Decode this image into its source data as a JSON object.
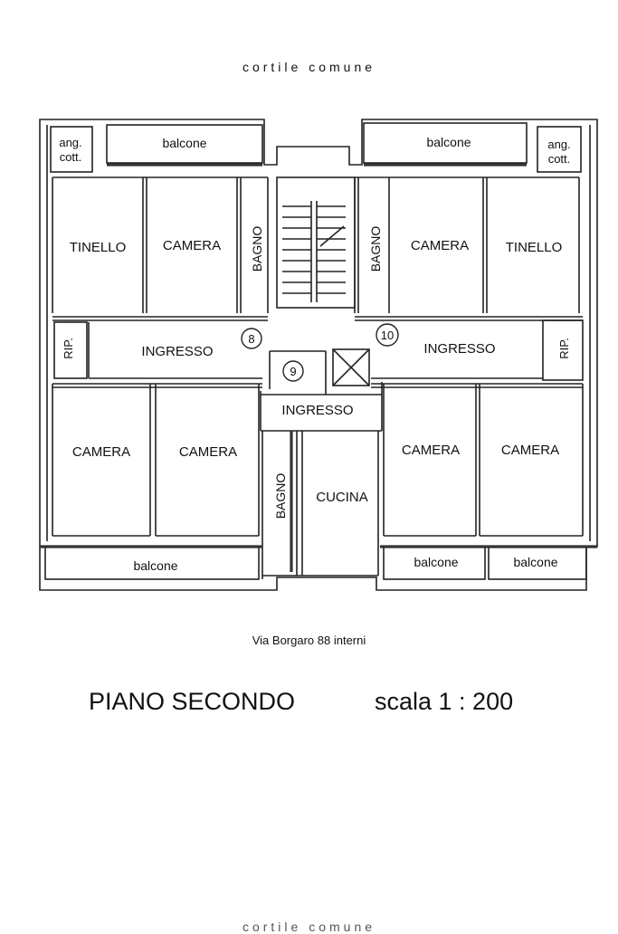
{
  "header": {
    "label": "cortile comune"
  },
  "rooms": {
    "left_ang_cott": [
      "ang.",
      "cott."
    ],
    "right_ang_cott": [
      "ang.",
      "cott."
    ],
    "left_top_balcone": "balcone",
    "right_top_balcone": "balcone",
    "left_tinello": "TINELLO",
    "left_top_camera": "CAMERA",
    "left_bagno": "BAGNO",
    "right_bagno": "BAGNO",
    "right_top_camera": "CAMERA",
    "right_tinello": "TINELLO",
    "left_rip": "RIP.",
    "right_rip": "RIP.",
    "left_ingresso": "INGRESSO",
    "right_ingresso": "INGRESSO",
    "center_ingresso": "INGRESSO",
    "left_camera_a": "CAMERA",
    "left_camera_b": "CAMERA",
    "center_bagno": "BAGNO",
    "cucina": "CUCINA",
    "right_camera_a": "CAMERA",
    "right_camera_b": "CAMERA",
    "left_bottom_balcone": "balcone",
    "right_bottom_balcone_a": "balcone",
    "right_bottom_balcone_b": "balcone"
  },
  "unit_numbers": {
    "left": "8",
    "center": "9",
    "right": "10"
  },
  "footer": {
    "address": "Via Borgaro 88 interni",
    "title": "PIANO SECONDO",
    "scale": "scala 1 : 200",
    "bottom_label": "cortile comune"
  }
}
